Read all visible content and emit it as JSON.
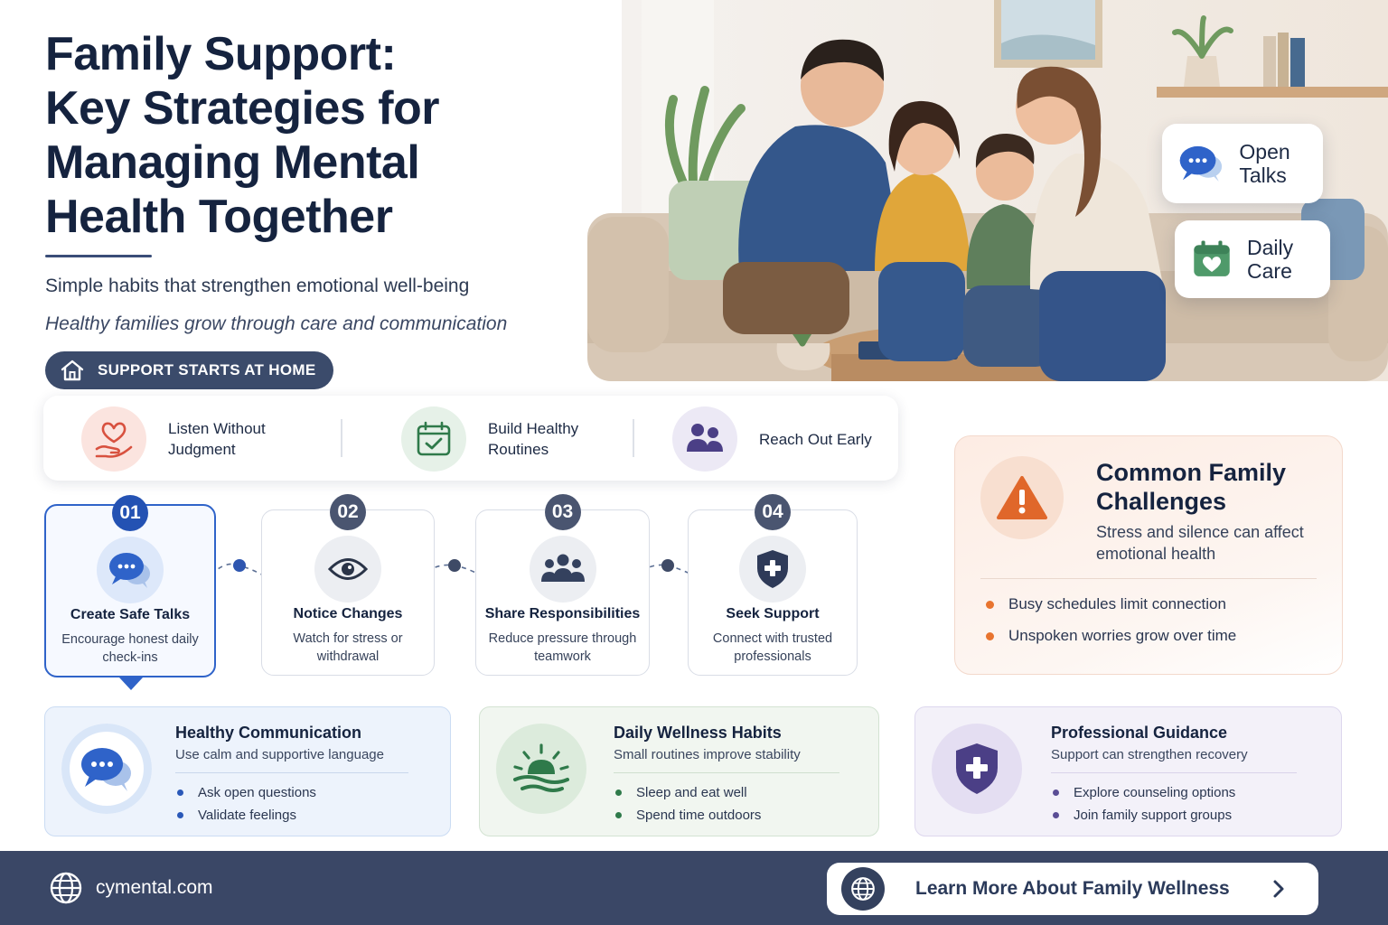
{
  "hero": {
    "title_line1": "Family Support:",
    "title_line2": "Key Strategies for",
    "title_line3": "Managing Mental",
    "title_line4": "Health Together",
    "subtitle": "Simple habits that strengthen emotional well-being",
    "tagline": "Healthy families grow through care and communication",
    "pill_label": "SUPPORT STARTS AT HOME"
  },
  "badges": {
    "open_talks": "Open Talks",
    "daily_care": "Daily Care"
  },
  "pillars": [
    {
      "label": "Listen Without Judgment",
      "icon": "heart-hand-icon"
    },
    {
      "label": "Build Healthy Routines",
      "icon": "calendar-check-icon"
    },
    {
      "label": "Reach Out Early",
      "icon": "people-icon"
    }
  ],
  "steps": [
    {
      "num": "01",
      "title": "Create Safe Talks",
      "desc": "Encourage honest daily check-ins",
      "icon": "chat-bubbles-icon"
    },
    {
      "num": "02",
      "title": "Notice Changes",
      "desc": "Watch for stress or withdrawal",
      "icon": "eye-icon"
    },
    {
      "num": "03",
      "title": "Share Responsibilities",
      "desc": "Reduce pressure through teamwork",
      "icon": "group-icon"
    },
    {
      "num": "04",
      "title": "Seek Support",
      "desc": "Connect with trusted professionals",
      "icon": "shield-plus-icon"
    }
  ],
  "challenges": {
    "title": "Common Family Challenges",
    "subtitle": "Stress and silence can affect emotional health",
    "items": [
      "Busy schedules limit connection",
      "Unspoken worries grow over time"
    ]
  },
  "cards": [
    {
      "title": "Healthy Communication",
      "subtitle": "Use calm and supportive language",
      "items": [
        "Ask open questions",
        "Validate feelings"
      ]
    },
    {
      "title": "Daily Wellness Habits",
      "subtitle": "Small routines improve stability",
      "items": [
        "Sleep and eat well",
        "Spend time outdoors"
      ]
    },
    {
      "title": "Professional Guidance",
      "subtitle": "Support can strengthen recovery",
      "items": [
        "Explore counseling options",
        "Join family support groups"
      ]
    }
  ],
  "footer": {
    "site": "cymental.com",
    "cta": "Learn More About Family Wellness"
  },
  "colors": {
    "navy": "#15233f",
    "blue": "#2f63c9",
    "green": "#2f7a4a",
    "purple": "#4b3f86",
    "orange": "#e0672a",
    "footer": "#3a4766"
  }
}
